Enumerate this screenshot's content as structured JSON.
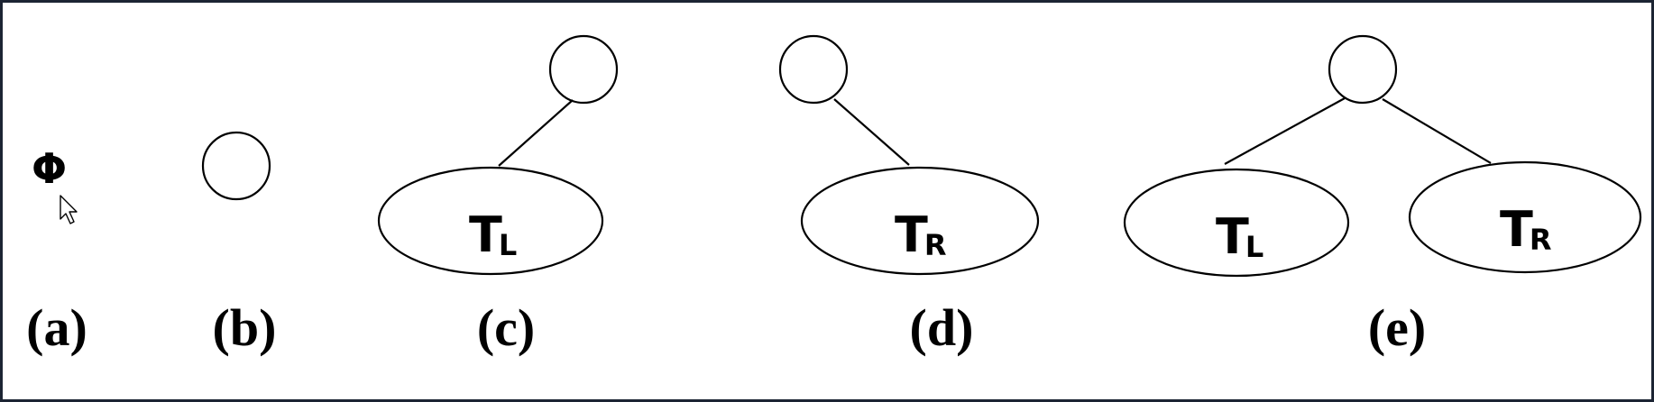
{
  "empty_symbol": "Φ",
  "subtrees": {
    "left": {
      "main": "T",
      "sub": "L"
    },
    "right": {
      "main": "T",
      "sub": "R"
    }
  },
  "cases": [
    {
      "label": "(a)"
    },
    {
      "label": "(b)"
    },
    {
      "label": "(c)"
    },
    {
      "label": "(d)"
    },
    {
      "label": "(e)"
    }
  ],
  "colors": {
    "ink": "#000000",
    "background": "#ffffff",
    "border": "#1c2433"
  },
  "icons": {
    "cursor": "mouse-pointer-icon"
  }
}
